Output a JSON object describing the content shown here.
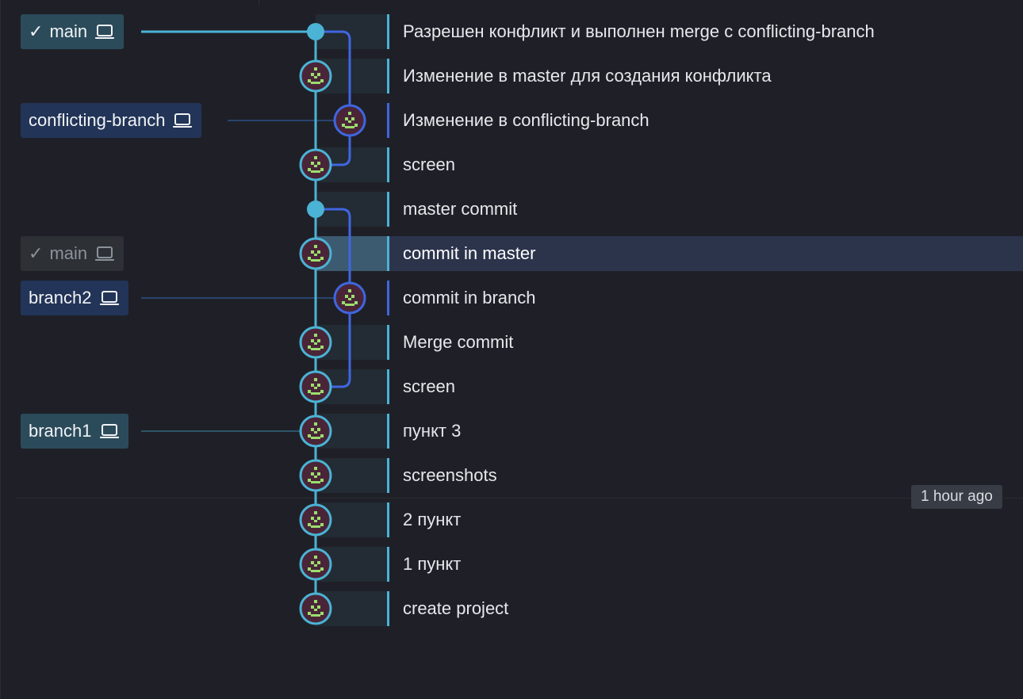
{
  "refs": [
    {
      "label": "main",
      "check": "✓",
      "icon": "laptop-icon",
      "style": "local"
    },
    {
      "label": "conflicting-branch",
      "icon": "laptop-icon",
      "style": "branch"
    },
    {
      "label": "main",
      "check": "✓",
      "icon": "laptop-icon",
      "style": "dim"
    },
    {
      "label": "branch2",
      "icon": "laptop-icon",
      "style": "branch"
    },
    {
      "label": "branch1",
      "icon": "laptop-icon",
      "style": "local"
    }
  ],
  "commits": [
    {
      "message": "Разрешен конфликт и выполнен merge с conflicting-branch"
    },
    {
      "message": "Изменение в master для создания конфликта"
    },
    {
      "message": "Изменение в conflicting-branch"
    },
    {
      "message": "screen"
    },
    {
      "message": "master commit"
    },
    {
      "message": "commit in master",
      "selected": true
    },
    {
      "message": "commit in branch"
    },
    {
      "message": "Merge commit"
    },
    {
      "message": "screen"
    },
    {
      "message": "пункт 3"
    },
    {
      "message": "screenshots"
    },
    {
      "message": "2 пункт"
    },
    {
      "message": "1 пункт"
    },
    {
      "message": "create project"
    }
  ],
  "time_divider": {
    "label": "1 hour ago"
  },
  "colors": {
    "main_lane": "#4bb3d5",
    "branch_lane": "#3f66e0",
    "avatar_bg": "#4a2538",
    "avatar_glyph": "#9bde6e",
    "selected_row": "#2c344c"
  }
}
